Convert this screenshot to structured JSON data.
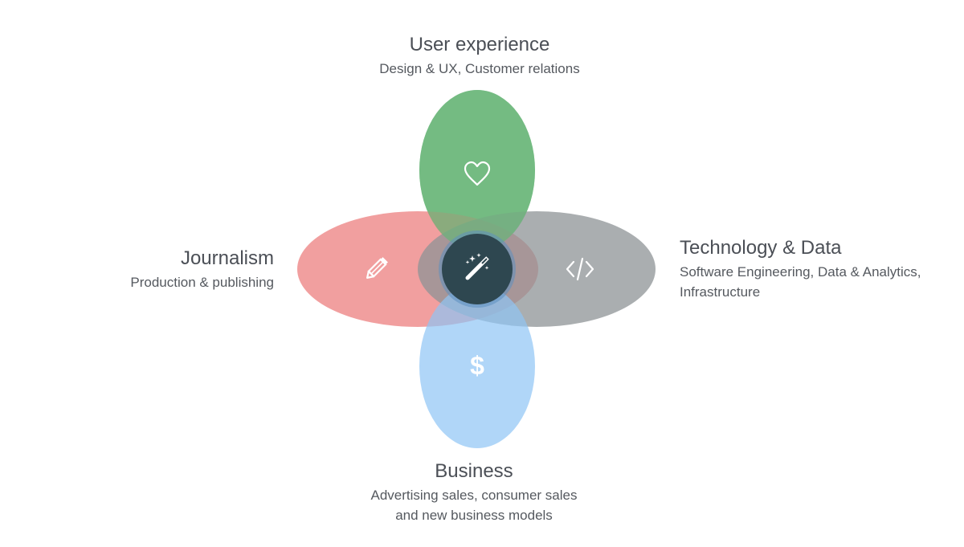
{
  "segments": {
    "top": {
      "title": "User experience",
      "subtitle_lines": [
        "Design & UX, Customer relations"
      ],
      "icon": "heart-icon",
      "color": "#6bb77b"
    },
    "left": {
      "title": "Journalism",
      "subtitle_lines": [
        "Production & publishing"
      ],
      "icon": "pencil-icon",
      "color": "#ec7f7f"
    },
    "right": {
      "title": "Technology & Data",
      "subtitle_lines": [
        "Software Engineering, Data & Analytics,",
        "Infrastructure"
      ],
      "icon": "code-icon",
      "color": "#8e9396"
    },
    "bottom": {
      "title": "Business",
      "subtitle_lines": [
        "Advertising sales, consumer sales",
        "and new business models"
      ],
      "icon": "dollar-icon",
      "color": "#8fc4f5"
    }
  },
  "center": {
    "icon": "magic-wand-icon",
    "color": "#2e4750"
  },
  "icon_glyphs": {
    "dollar": "$"
  }
}
